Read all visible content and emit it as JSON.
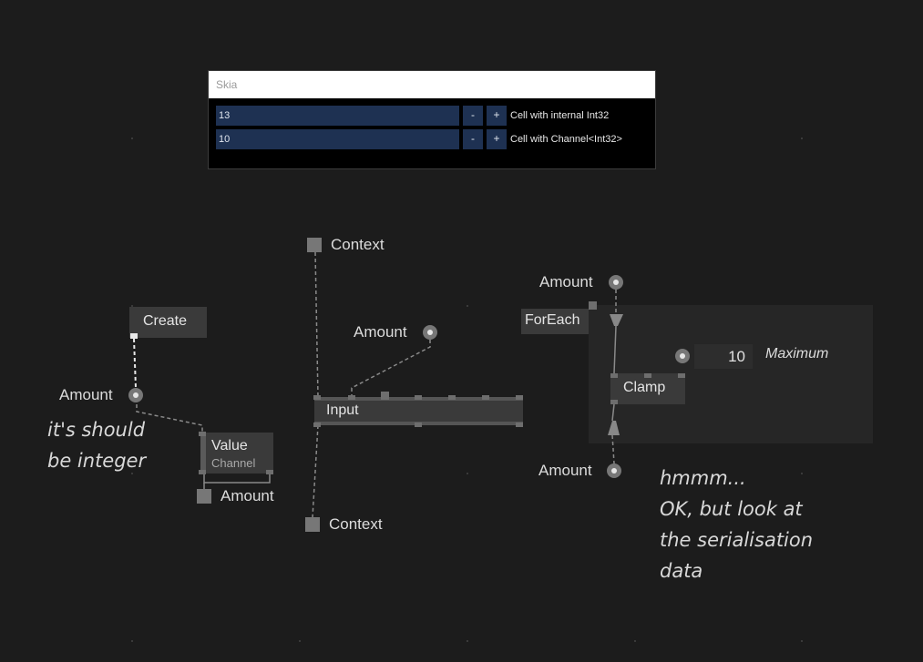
{
  "skia_window": {
    "title": "Skia",
    "rows": [
      {
        "value": "13",
        "minus": "-",
        "plus": "+",
        "label": "Cell with internal Int32"
      },
      {
        "value": "10",
        "minus": "-",
        "plus": "+",
        "label": "Cell with Channel<Int32>"
      }
    ]
  },
  "patch": {
    "create_node": "Create",
    "value_node": {
      "title": "Value",
      "subtitle": "Channel"
    },
    "input_node": "Input",
    "foreach_node": "ForEach",
    "clamp_node": "Clamp",
    "pads": {
      "amount_left": "Amount",
      "amount_value_out": "Amount",
      "context_top": "Context",
      "context_bottom": "Context",
      "amount_input": "Amount",
      "amount_foreach_in": "Amount",
      "amount_foreach_out": "Amount"
    },
    "maximum": {
      "value": "10",
      "label": "Maximum"
    },
    "comments": {
      "left_line1": "it's should",
      "left_line2": "be integer",
      "right_line1": "hmmm...",
      "right_line2": "OK, but look at",
      "right_line3": "the serialisation",
      "right_line4": "data"
    }
  },
  "colors": {
    "background": "#1c1c1c",
    "node": "#3a3a3a",
    "field": "#1e3152",
    "wire": "#8a8a8a"
  }
}
